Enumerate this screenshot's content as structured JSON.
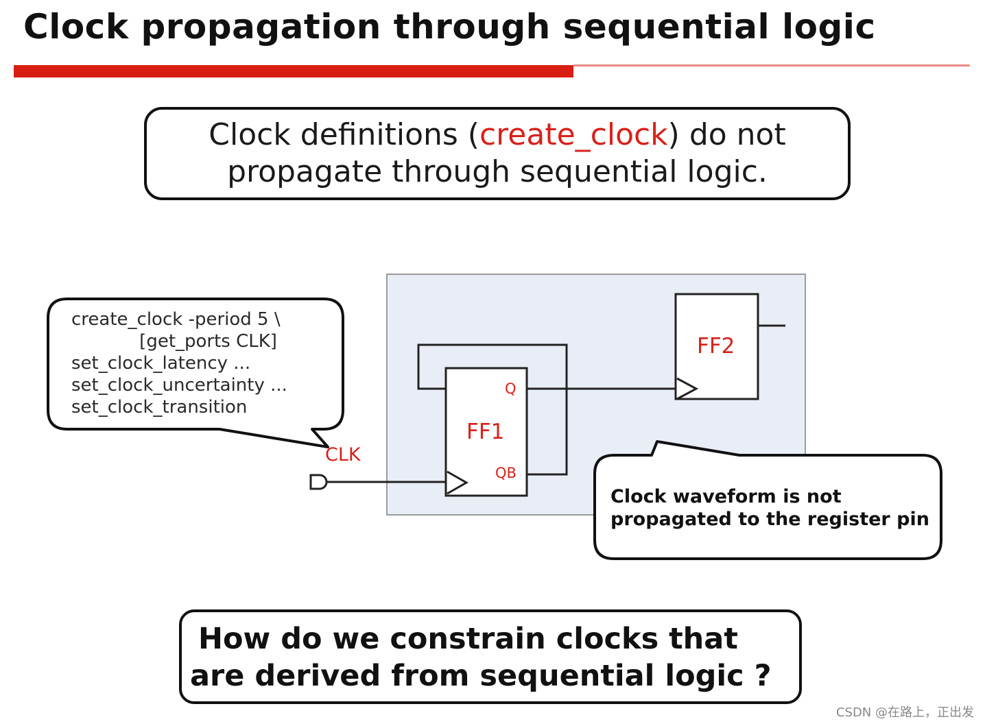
{
  "title": "Clock propagation through sequential logic",
  "top_box": {
    "line1_prefix": "Clock definitions (",
    "line1_highlight": "create_clock",
    "line1_suffix": ") do not",
    "line2": "propagate through sequential logic."
  },
  "command_callout": {
    "lines": [
      "create_clock -period 5 \\",
      "            [get_ports CLK]",
      "set_clock_latency ...",
      "set_clock_uncertainty ...",
      "set_clock_transition"
    ]
  },
  "diagram": {
    "ff1_label": "FF1",
    "ff2_label": "FF2",
    "q_label": "Q",
    "qb_label": "QB",
    "clk_label": "CLK"
  },
  "note_callout": {
    "line1": "Clock waveform is not",
    "line2": "propagated to the register pin"
  },
  "bottom_box": {
    "line1": "How do we constrain clocks that",
    "line2": "are derived from sequential logic ?"
  },
  "watermark": "CSDN @在路上，正出发",
  "colors": {
    "accent_red": "#d81e10",
    "label_red": "#d8211a",
    "panel_fill": "#e9eef6"
  }
}
